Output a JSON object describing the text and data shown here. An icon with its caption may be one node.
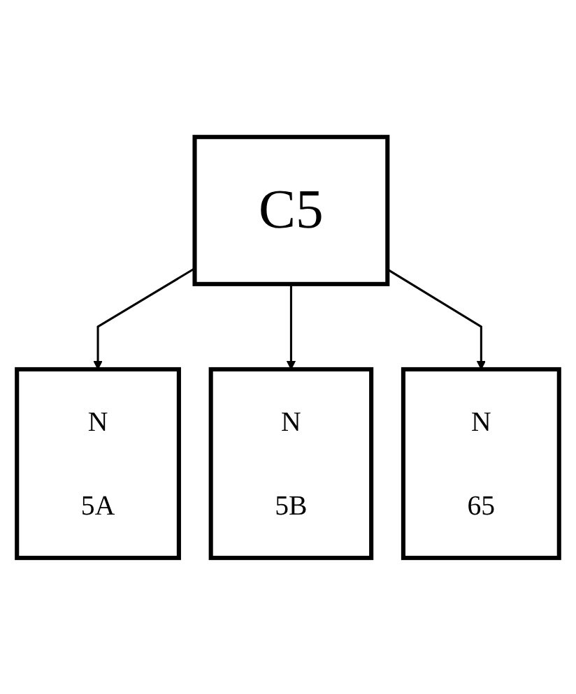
{
  "diagram": {
    "nodes": [
      {
        "text": [
          "C5"
        ]
      },
      {
        "text": [
          "N",
          "5A"
        ]
      },
      {
        "text": [
          "N",
          "5B"
        ]
      },
      {
        "text": [
          "N",
          "65"
        ]
      }
    ],
    "edges": [
      {
        "from": 0,
        "to": 1,
        "arrow": "to"
      },
      {
        "from": 0,
        "to": 2,
        "arrow": "to"
      },
      {
        "from": 0,
        "to": 3,
        "arrow": "to"
      }
    ]
  }
}
